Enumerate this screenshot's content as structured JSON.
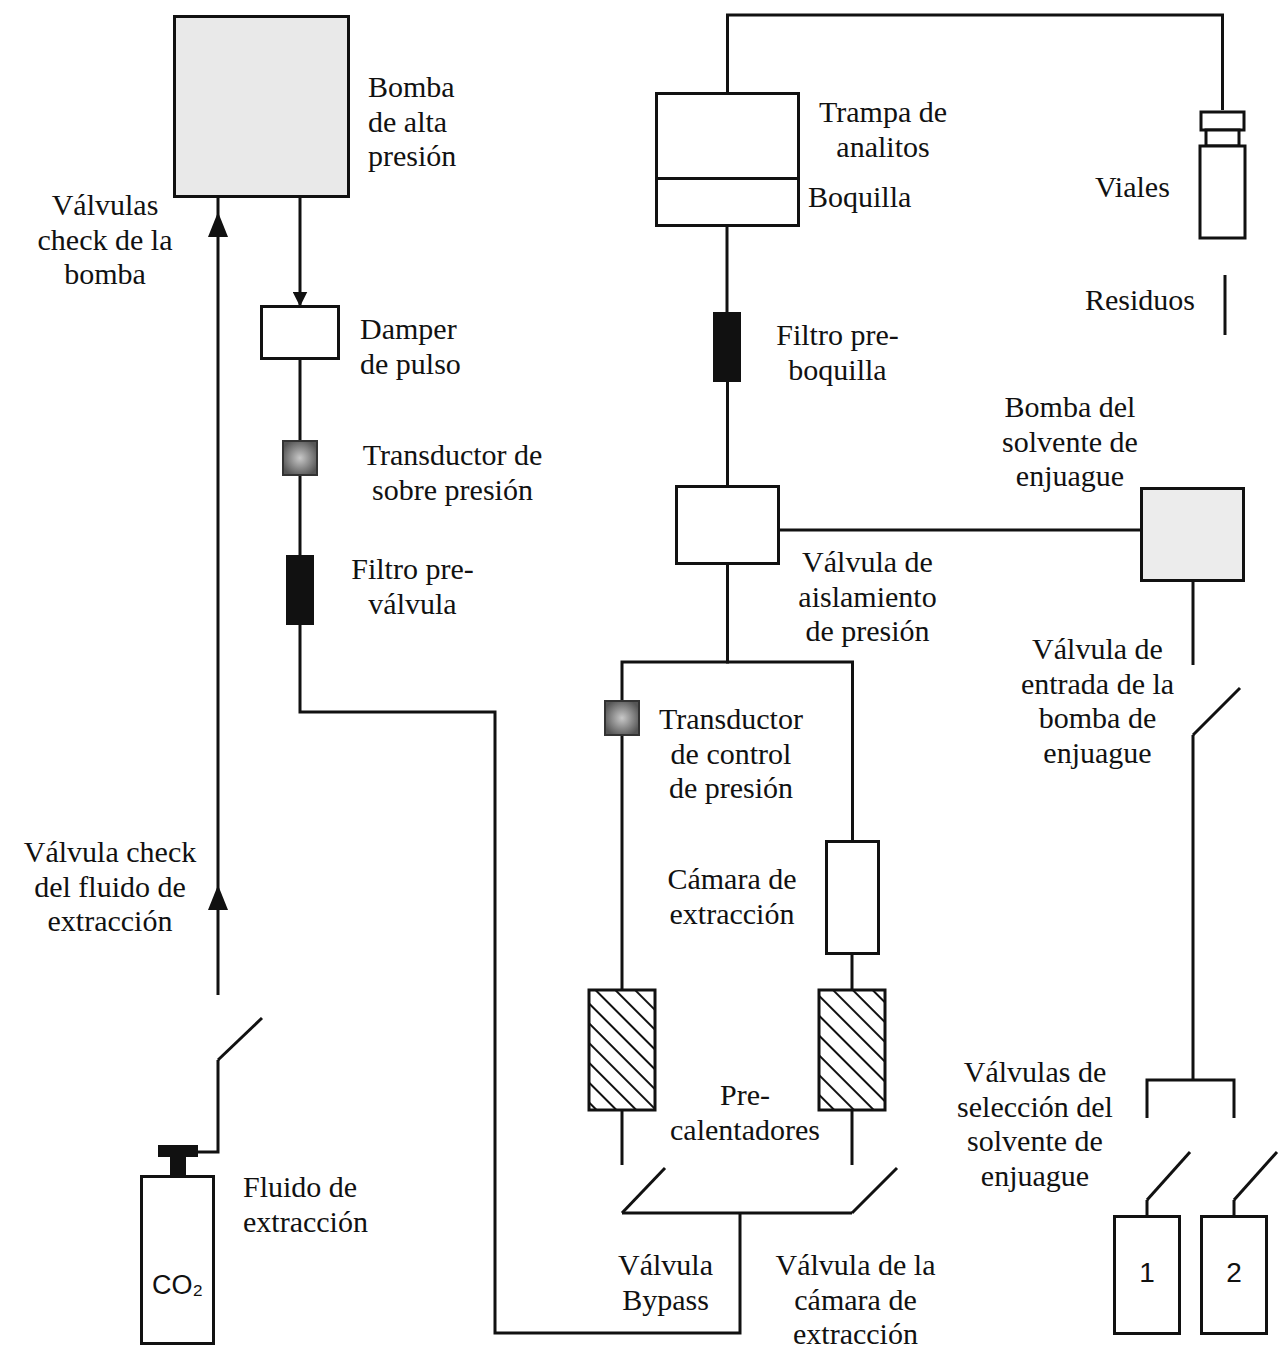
{
  "diagram": {
    "nodes": [
      {
        "text": [
          "Bomba de alta presión"
        ]
      },
      {
        "text": [
          "Damper de pulso"
        ]
      },
      {
        "text": [
          "Transductor de sobre presión"
        ]
      },
      {
        "text": [
          "Filtro pre-válvula"
        ]
      },
      {
        "text": [
          "Transductor de control de presión"
        ]
      },
      {
        "text": [
          "Cámara de extracción"
        ]
      },
      {
        "text": [
          "Trampa de analitos"
        ]
      },
      {
        "text": [
          "Boquilla"
        ]
      },
      {
        "text": [
          "Filtro pre-boquilla"
        ]
      },
      {
        "text": [
          "Válvula de aislamiento de presión"
        ]
      },
      {
        "text": [
          "Bomba del solvente de enjuague"
        ]
      },
      {
        "text": [
          "Viales"
        ]
      },
      {
        "text": [
          "CO₂",
          "Fluido de extracción"
        ]
      },
      {
        "text": [
          "1"
        ]
      },
      {
        "text": [
          "2"
        ]
      }
    ],
    "edges": [
      {
        "from": 0,
        "to": 1,
        "arrow": "to"
      },
      {
        "from": 1,
        "to": 2,
        "arrow": "none"
      },
      {
        "from": 2,
        "to": 3,
        "arrow": "none"
      },
      {
        "from": 8,
        "to": 7,
        "arrow": "none"
      },
      {
        "from": 9,
        "to": 8,
        "arrow": "none"
      },
      {
        "from": 4,
        "to": 9,
        "arrow": "none"
      },
      {
        "from": 5,
        "to": 9,
        "arrow": "none"
      },
      {
        "from": 9,
        "to": 10,
        "arrow": "none"
      },
      {
        "from": 6,
        "to": 11,
        "arrow": "none"
      }
    ],
    "labels": [
      "Válvulas check de la bomba",
      "Válvula check del fluido de extracción",
      "Residuos",
      "Pre- calentadores",
      "Válvula de entrada de la bomba de enjuague",
      "Válvulas de selección del solvente de enjuague",
      "Válvula Bypass",
      "Válvula de la cámara de extracción"
    ]
  }
}
